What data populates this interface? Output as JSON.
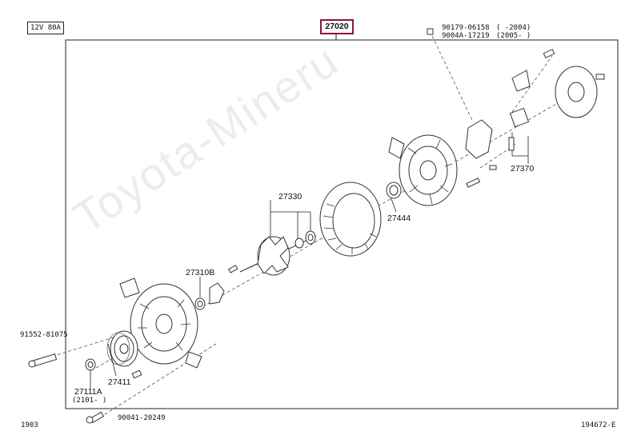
{
  "header": {
    "voltage_label": "12V 80A",
    "main_part_number": "27020"
  },
  "callouts": {
    "bolt_90179": "90179-06158",
    "bolt_90179_range": "(     -2004)",
    "bolt_9004a": "9004A-17219",
    "bolt_9004a_range": "(2005-      )",
    "brush_holder": "27370",
    "rotor": "27330",
    "bearing_cover": "27444",
    "rotor_cover": "27310B",
    "through_bolt": "91552-81075",
    "pulley": "27411",
    "clutch": "27111A",
    "clutch_range": "(2101-      )",
    "bottom_bolt": "90041-20249"
  },
  "footer": {
    "left_code": "1903",
    "right_code": "194672-E"
  },
  "watermark": "Toyota-Mineru",
  "colors": {
    "frame": "#222222",
    "highlight": "#8b1538",
    "drawing": "#333333"
  }
}
